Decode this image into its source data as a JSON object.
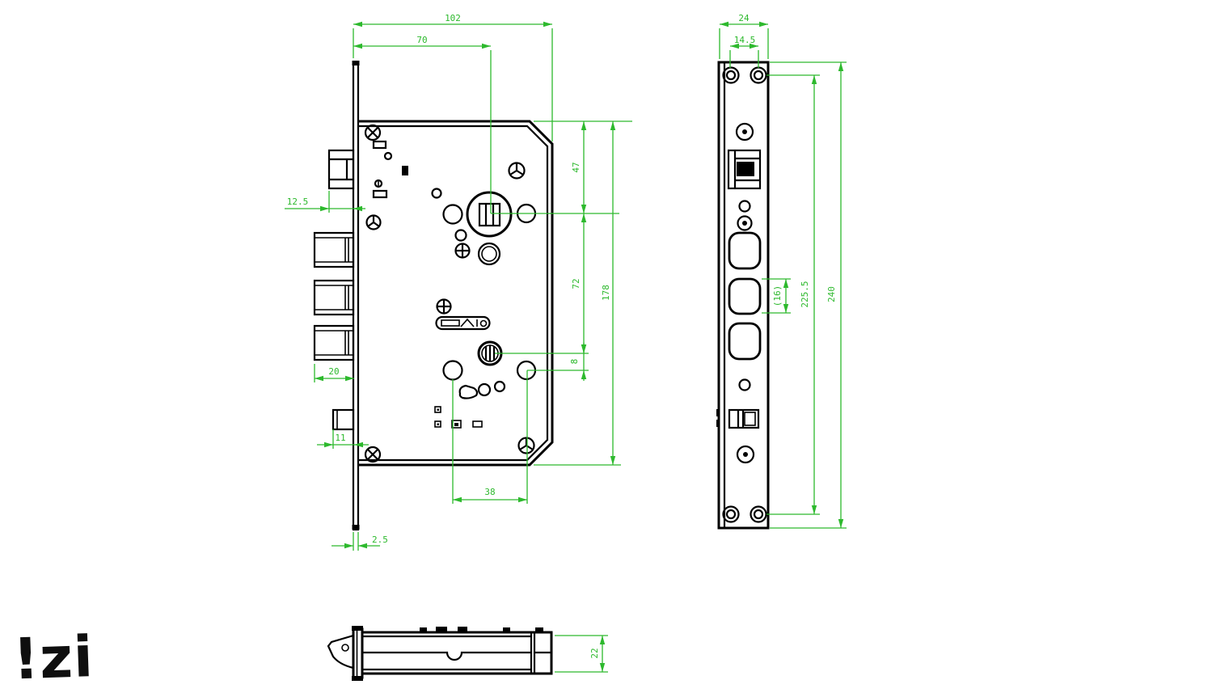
{
  "colors": {
    "line": "#000000",
    "dimension": "#2db92d",
    "background": "#ffffff"
  },
  "logo": {
    "text": "!zi"
  },
  "dims": {
    "front": {
      "total_width": "102",
      "backset": "70",
      "latch_projection": "12.5",
      "top_to_spindle": "47",
      "spindle_to_cylinder": "72",
      "cylinder_to_hole": "8",
      "body_height": "178",
      "deadbolt_projection": "20",
      "aux_projection": "11",
      "hole_spacing": "38",
      "faceplate_thickness": "2.5"
    },
    "faceplate": {
      "width": "24",
      "screw_offset": "14.5",
      "bolt_hole_height": "(16)",
      "screw_centers": "225.5",
      "height": "240"
    },
    "top": {
      "body_depth": "22"
    }
  }
}
